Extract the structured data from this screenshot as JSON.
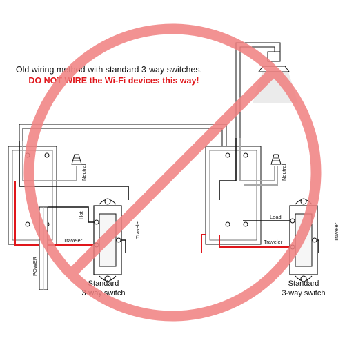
{
  "heading": {
    "line1": "Old wiring method with standard 3-way switches.",
    "line2": "DO NOT WIRE the Wi-Fi devices this way!",
    "line2_color": "#e0161b"
  },
  "labels": {
    "neutral_left": "Neutral",
    "neutral_right": "Neutral",
    "hot": "Hot",
    "load": "Load",
    "traveler_left_h": "Traveler",
    "traveler_left_v": "Traveler",
    "traveler_right_h": "Traveler",
    "traveler_right_v": "Traveler",
    "power": "POWER"
  },
  "switches": {
    "left_line1": "Standard",
    "left_line2": "3-way switch",
    "right_line1": "Standard",
    "right_line2": "3-way switch"
  },
  "colors": {
    "prohibition_ring": "#f08080",
    "hot_wire": "#e0161b",
    "neutral_wire": "#b0b0b0",
    "line_black": "#111111"
  }
}
